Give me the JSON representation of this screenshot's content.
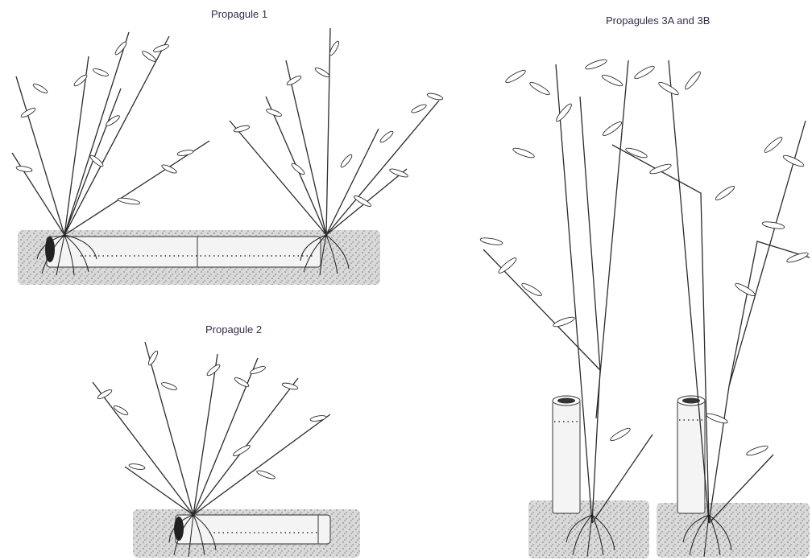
{
  "figure": {
    "panels": [
      {
        "caption": "Propagule 1",
        "pipe": "horizontal",
        "plants": 2
      },
      {
        "caption": "Propagule 2",
        "pipe": "horizontal",
        "plants": 1
      },
      {
        "caption": "Propagules 3A and 3B",
        "pipe": "vertical",
        "plants": 2
      }
    ],
    "colors": {
      "ink": "#2b2b2b",
      "soil": "#9a9a9a",
      "pipe": "#f4f4f4",
      "caption": "#3a2a4a"
    }
  }
}
